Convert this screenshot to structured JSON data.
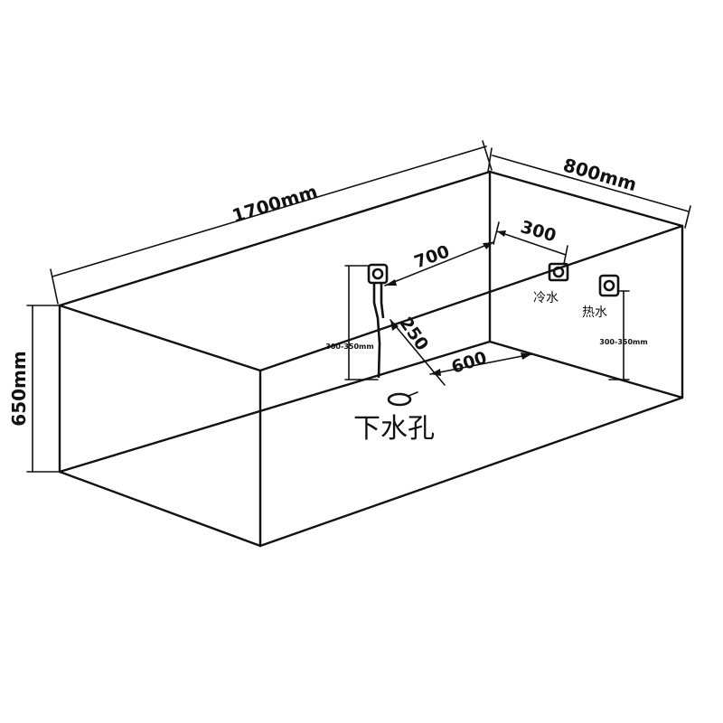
{
  "dimensions": {
    "length": "1700mm",
    "width": "800mm",
    "height": "650mm",
    "faucet_offset": "700",
    "valve_spacing": "300",
    "drain_offset_side": "250",
    "drain_offset_front": "600",
    "valve_height_left": "300-350mm",
    "valve_height_right": "300-350mm"
  },
  "labels": {
    "cold_water": "冷水",
    "hot_water": "热水",
    "drain_hole": "下水孔"
  }
}
